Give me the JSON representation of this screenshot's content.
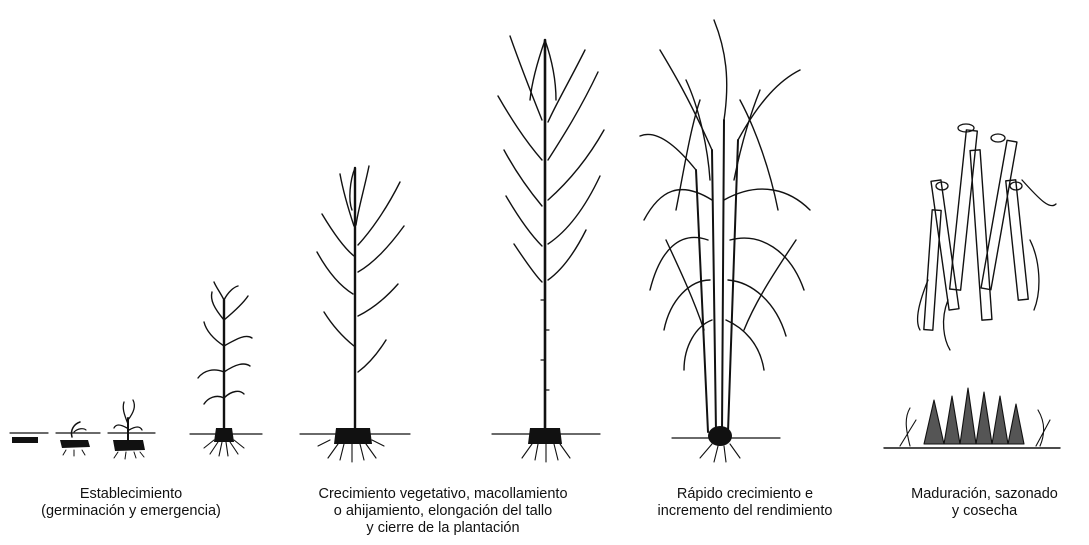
{
  "stages": [
    {
      "id": "establecimiento",
      "lines": [
        "Establecimiento",
        "(germinación y emergencia)"
      ]
    },
    {
      "id": "crecimiento-vegetativo",
      "lines": [
        "Crecimiento vegetativo, macollamiento",
        "o ahijamiento, elongación del tallo",
        "y cierre de la plantación"
      ]
    },
    {
      "id": "rapido-crecimiento",
      "lines": [
        "Rápido crecimiento e",
        "incremento del rendimiento"
      ]
    },
    {
      "id": "maduracion",
      "lines": [
        "Maduración, sazonado",
        "y cosecha"
      ]
    }
  ]
}
